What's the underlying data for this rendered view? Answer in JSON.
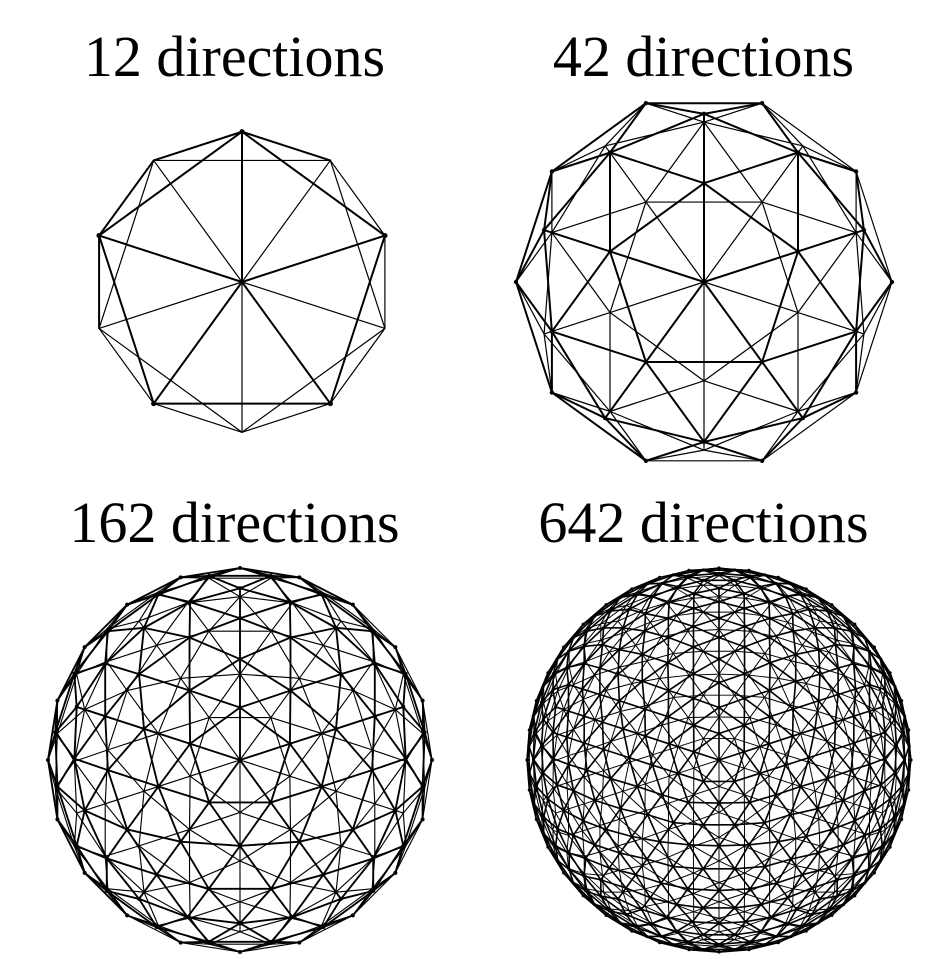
{
  "figure": {
    "colors": {
      "background": "#ffffff",
      "line": "#000000"
    },
    "panels": [
      {
        "title": "12 directions",
        "subdivisions": 0,
        "vertices": 12
      },
      {
        "title": "42 directions",
        "subdivisions": 1,
        "vertices": 42
      },
      {
        "title": "162 directions",
        "subdivisions": 2,
        "vertices": 162
      },
      {
        "title": "642 directions",
        "subdivisions": 3,
        "vertices": 642
      }
    ]
  }
}
